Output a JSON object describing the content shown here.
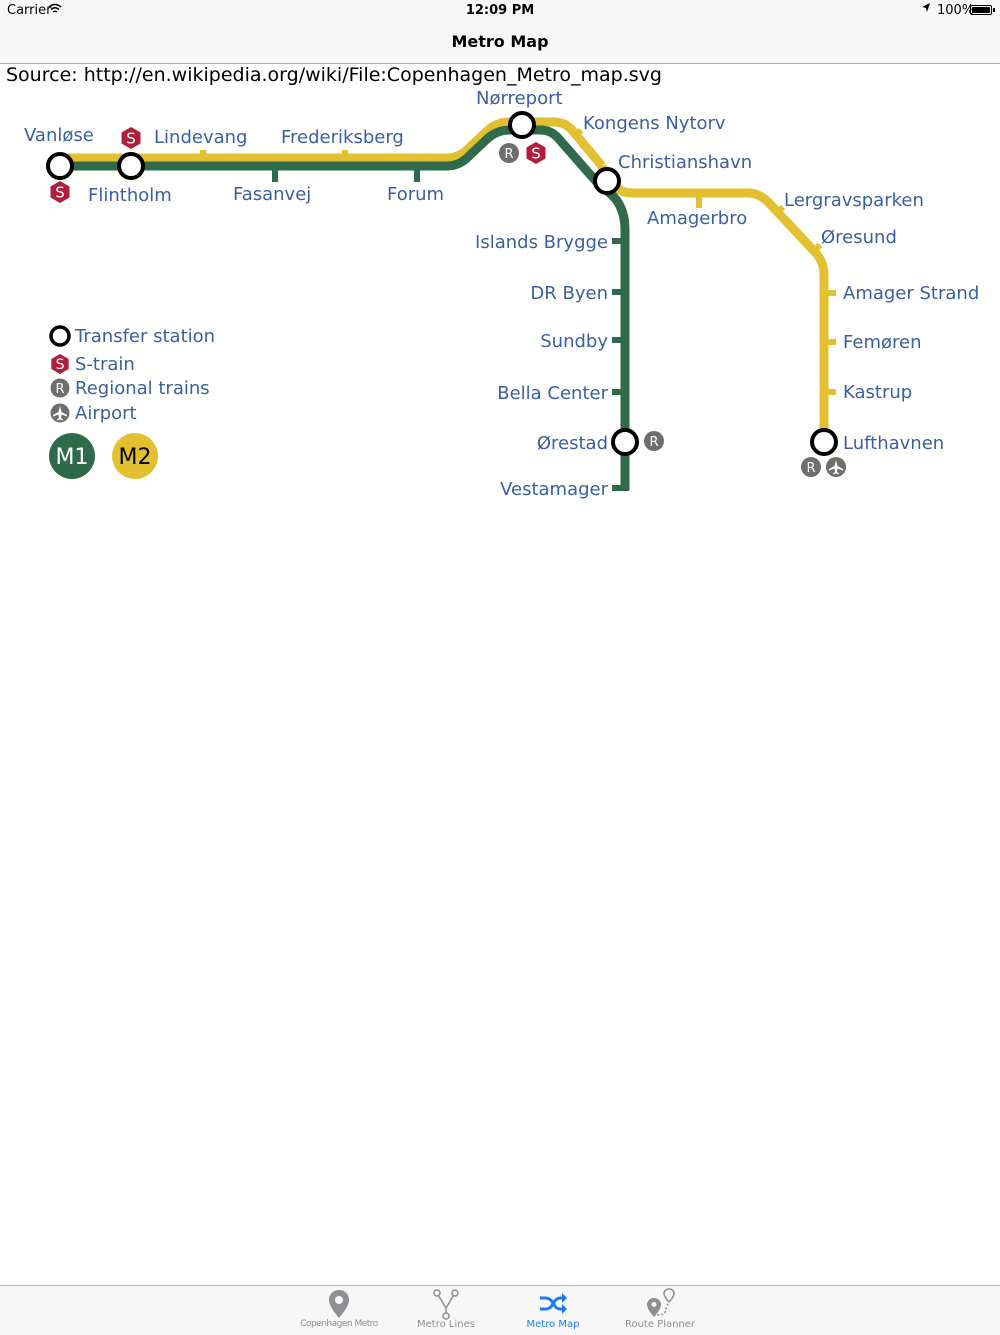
{
  "status": {
    "carrier": "Carrier",
    "time": "12:09 PM",
    "battery": "100%",
    "battery_level": 100
  },
  "nav": {
    "title": "Metro Map"
  },
  "source": "Source: http://en.wikipedia.org/wiki/File:Copenhagen_Metro_map.svg",
  "colors": {
    "m1": "#2f6b4a",
    "m2": "#e2c02f",
    "label": "#3a5fa0",
    "s_train": "#b01e3c",
    "regional": "#6e6e6e",
    "accent": "#1a7cf5"
  },
  "stations": {
    "vanlose": "Vanløse",
    "flintholm": "Flintholm",
    "lindevang": "Lindevang",
    "fasanvej": "Fasanvej",
    "frederiksberg": "Frederiksberg",
    "forum": "Forum",
    "norreport": "Nørreport",
    "kongens_nytorv": "Kongens Nytorv",
    "christianshavn": "Christianshavn",
    "islands_brygge": "Islands Brygge",
    "dr_byen": "DR Byen",
    "sundby": "Sundby",
    "bella_center": "Bella Center",
    "orestad": "Ørestad",
    "vestamager": "Vestamager",
    "amagerbro": "Amagerbro",
    "lergravsparken": "Lergravsparken",
    "oresund": "Øresund",
    "amager_strand": "Amager Strand",
    "femoren": "Femøren",
    "kastrup": "Kastrup",
    "lufthavnen": "Lufthavnen"
  },
  "legend": {
    "transfer": "Transfer station",
    "s_train": "S-train",
    "regional": "Regional trains",
    "airport": "Airport",
    "m1": "M1",
    "m2": "M2",
    "s_letter": "S",
    "r_letter": "R"
  },
  "tabs": [
    {
      "label": "Copenhagen Metro",
      "icon": "map-pin-icon"
    },
    {
      "label": "Metro Lines",
      "icon": "branch-lines-icon"
    },
    {
      "label": "Metro Map",
      "icon": "shuffle-icon",
      "active": true
    },
    {
      "label": "Route Planner",
      "icon": "route-planner-icon"
    }
  ]
}
